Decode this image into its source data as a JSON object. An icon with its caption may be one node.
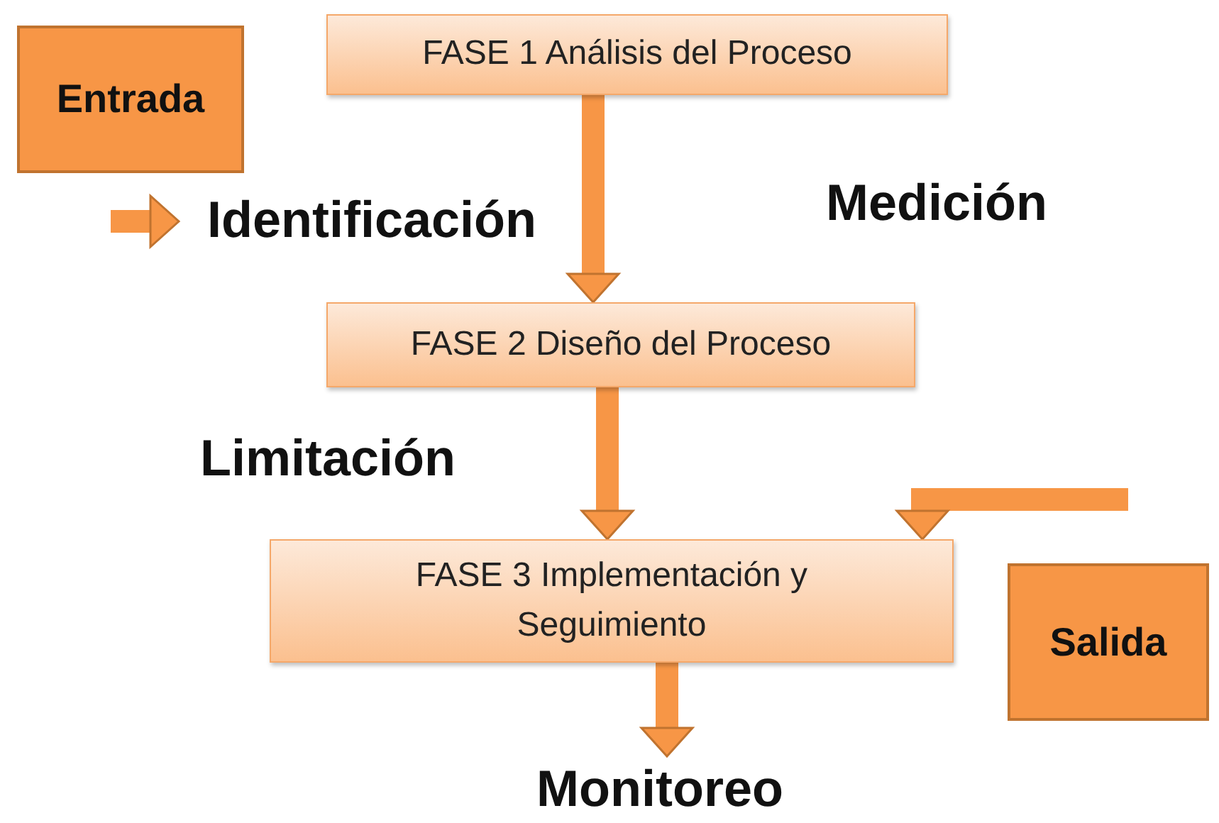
{
  "diagram": {
    "nodes": [
      {
        "text": [
          "Entrada"
        ]
      },
      {
        "text": [
          "FASE 1 Análisis del Proceso"
        ]
      },
      {
        "text": [
          "Identificación"
        ]
      },
      {
        "text": [
          "Medición"
        ]
      },
      {
        "text": [
          "FASE 2 Diseño del Proceso"
        ]
      },
      {
        "text": [
          "Limitación"
        ]
      },
      {
        "text": [
          "FASE 3 Implementación y Seguimiento"
        ]
      },
      {
        "text": [
          "Salida"
        ]
      },
      {
        "text": [
          "Monitoreo"
        ]
      }
    ],
    "edges": [
      {
        "from": 1,
        "to": 4,
        "arrow": "to"
      },
      {
        "from": null,
        "to": 2,
        "arrow": "to"
      },
      {
        "from": 4,
        "to": 6,
        "arrow": "to"
      },
      {
        "from": null,
        "to": 6,
        "arrow": "to"
      },
      {
        "from": 6,
        "to": 8,
        "arrow": "to"
      }
    ]
  }
}
